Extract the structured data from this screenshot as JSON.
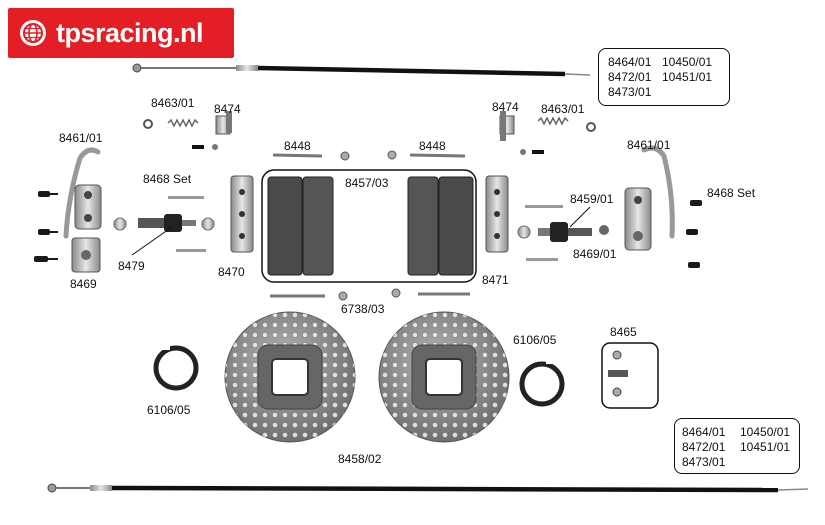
{
  "brand": {
    "name": "tpsracing.nl",
    "color": "#e31e24"
  },
  "part_boxes": [
    {
      "rows": [
        [
          "8464/01",
          "10450/01"
        ],
        [
          "8472/01",
          "10451/01"
        ],
        [
          "8473/01",
          ""
        ]
      ]
    },
    {
      "rows": [
        [
          "8464/01",
          "10450/01"
        ],
        [
          "8472/01",
          "10451/01"
        ],
        [
          "8473/01",
          ""
        ]
      ]
    }
  ],
  "labels": {
    "l8463_left": "8463/01",
    "l8474_left": "8474",
    "l8474_right": "8474",
    "l8463_right": "8463/01",
    "l8461_left": "8461/01",
    "l8461_right": "8461/01",
    "l8448_left": "8448",
    "l8448_right": "8448",
    "l8468_left": "8468 Set",
    "l8468_right": "8468 Set",
    "l8457": "8457/03",
    "l8459": "8459/01",
    "l8479": "8479",
    "l8470": "8470",
    "l8471": "8471",
    "l8469_left": "8469",
    "l8469_right": "8469/01",
    "l6738": "6738/03",
    "l6106_left": "6106/05",
    "l6106_right": "6106/05",
    "l8465": "8465",
    "l8458": "8458/02"
  }
}
